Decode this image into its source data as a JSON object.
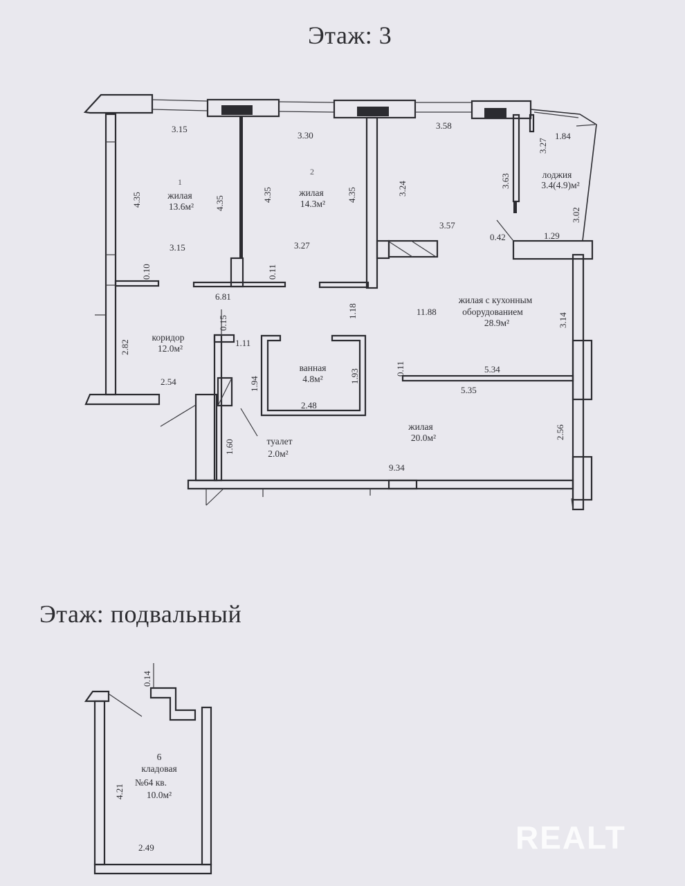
{
  "floors": {
    "top_title": "Этаж: 3",
    "bottom_title": "Этаж: подвальный"
  },
  "rooms": {
    "r1": {
      "num": "1",
      "name": "жилая",
      "area": "13.6м²"
    },
    "r2": {
      "num": "2",
      "name": "жилая",
      "area": "14.3м²"
    },
    "r3": {
      "name": "жилая с кухонным",
      "name2": "оборудованием",
      "area": "28.9м²"
    },
    "loggia": {
      "name": "лоджия",
      "area": "3.4(4.9)м²"
    },
    "corridor": {
      "name": "коридор",
      "area": "12.0м²"
    },
    "bath": {
      "name": "ванная",
      "area": "4.8м²"
    },
    "toilet": {
      "name": "туалет",
      "area": "2.0м²"
    },
    "r4": {
      "name": "жилая",
      "area": "20.0м²"
    },
    "storage": {
      "num": "6",
      "name": "кладовая",
      "name2": "№64 кв.",
      "area": "10.0м²"
    }
  },
  "dimensions": {
    "d_315a": "3.15",
    "d_330": "3.30",
    "d_358": "3.58",
    "d_184": "1.84",
    "d_327a": "3.27",
    "d_435a": "4.35",
    "d_435b": "4.35",
    "d_435c": "4.35",
    "d_435d": "4.35",
    "d_324": "3.24",
    "d_363": "3.63",
    "d_302": "3.02",
    "d_357": "3.57",
    "d_042": "0.42",
    "d_129": "1.29",
    "d_315b": "3.15",
    "d_327b": "3.27",
    "d_010": "0.10",
    "d_011a": "0.11",
    "d_681": "6.81",
    "d_118": "1.18",
    "d_1188": "11.88",
    "d_314": "3.14",
    "d_015": "0.15",
    "d_111": "1.11",
    "d_282": "2.82",
    "d_194": "1.94",
    "d_193": "1.93",
    "d_011b": "0.11",
    "d_534": "5.34",
    "d_254": "2.54",
    "d_248": "2.48",
    "d_535": "5.35",
    "d_160": "1.60",
    "d_256": "2.56",
    "d_934": "9.34",
    "d_014": "0.14",
    "d_421": "4.21",
    "d_249": "2.49"
  },
  "watermark": {
    "text": "REALT"
  },
  "colors": {
    "background": "#e9e8ee",
    "ink": "#2b2b30"
  }
}
